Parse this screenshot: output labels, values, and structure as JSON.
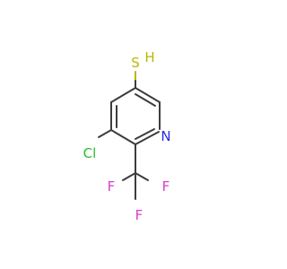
{
  "molecule": {
    "atoms": {
      "thiol": {
        "symbol": "S",
        "hydrogen": "H",
        "color": "#b8b800"
      },
      "nitrogen": {
        "symbol": "N",
        "color": "#2a2ae0"
      },
      "chlorine": {
        "symbol": "Cl",
        "color": "#2eb82e"
      },
      "fluorine_top": {
        "symbol": "F",
        "color": "#d43fc8"
      },
      "fluorine_left": {
        "symbol": "F",
        "color": "#d43fc8"
      },
      "fluorine_bottom": {
        "symbol": "F",
        "color": "#d43fc8"
      }
    },
    "bond_color": "#3c3c3c"
  }
}
